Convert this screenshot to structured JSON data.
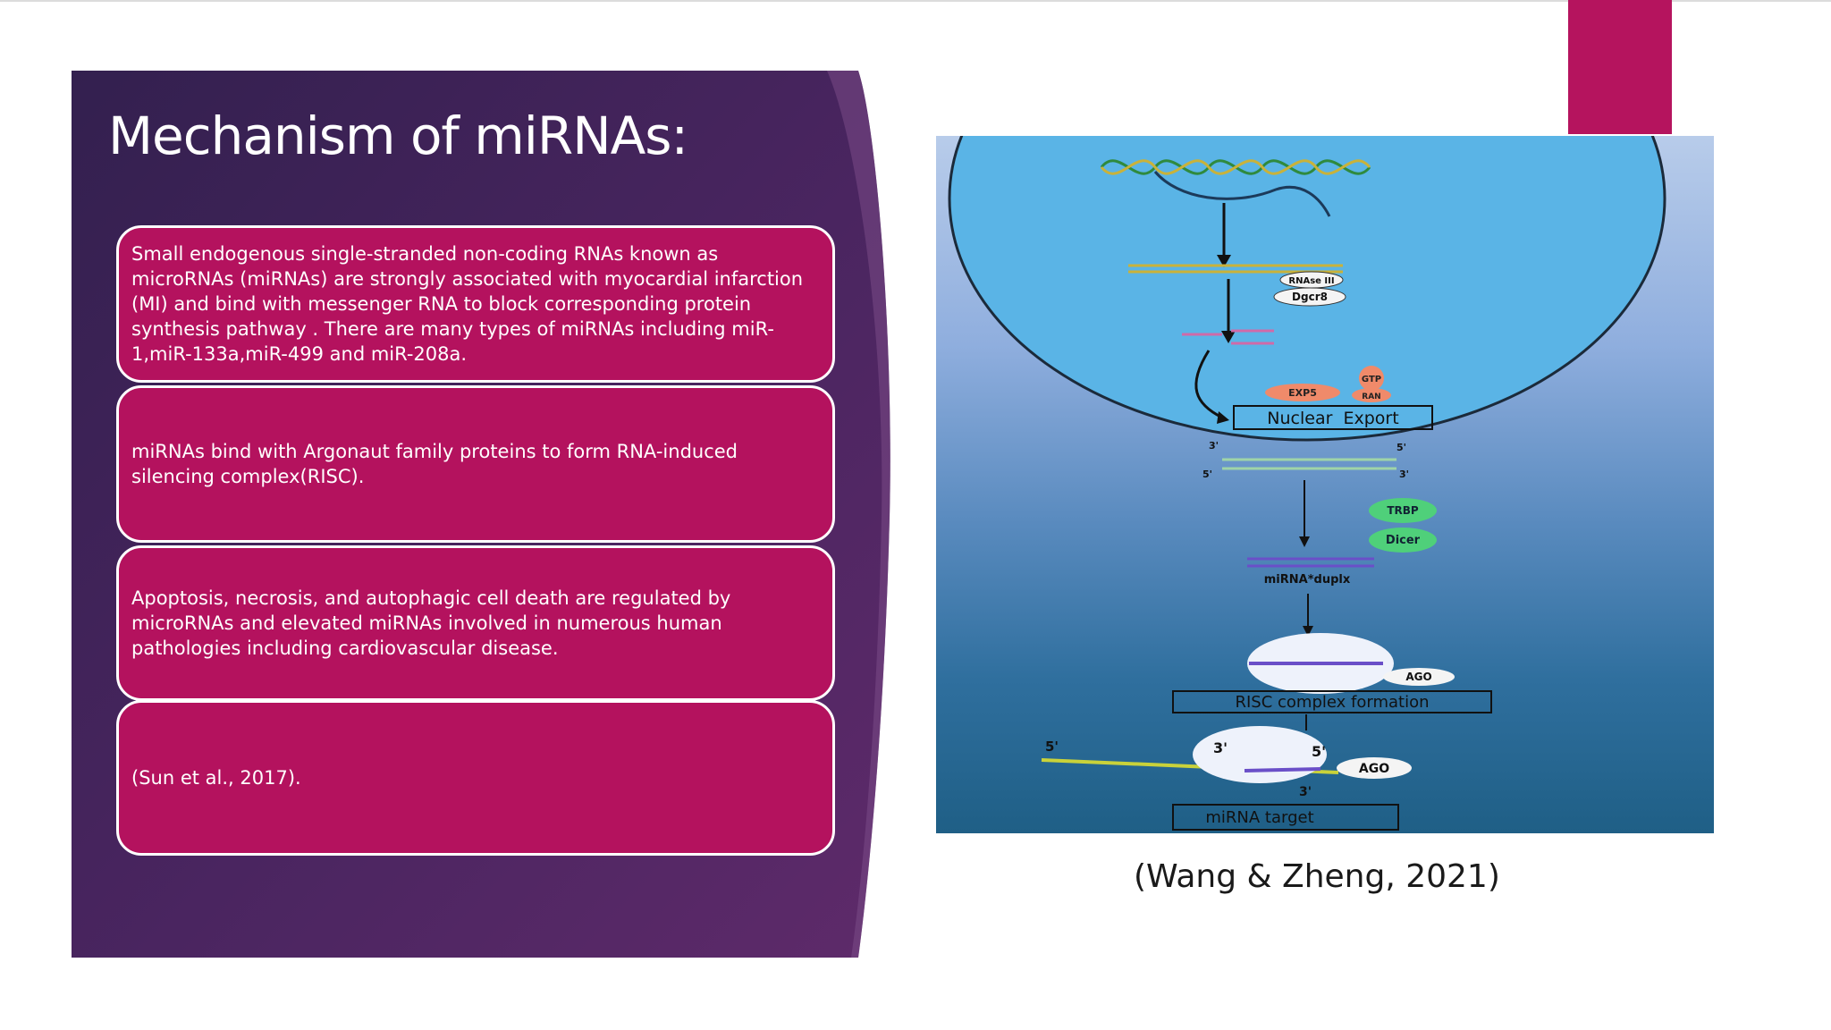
{
  "slide": {
    "title": "Mechanism of miRNAs:",
    "cards": [
      {
        "text": "Small endogenous single-stranded non-coding RNAs known as microRNAs (miRNAs) are strongly associated with myocardial infarction (MI) and bind with messenger RNA to block corresponding protein synthesis pathway . There are many types of miRNAs including miR-1,miR-133a,miR-499 and miR-208a."
      },
      {
        "text": "miRNAs bind with Argonaut family proteins to form RNA-induced silencing complex(RISC)."
      },
      {
        "text": "Apoptosis, necrosis, and autophagic cell death are regulated by microRNAs and elevated miRNAs involved in numerous human pathologies including cardiovascular disease."
      },
      {
        "text": "(Sun et al., 2017)."
      }
    ],
    "figure_citation": "(Wang & Zheng, 2021)"
  },
  "figure": {
    "labels": {
      "rnase": "RNAse III",
      "dgcr8": "Dgcr8",
      "exp5": "EXP5",
      "gtp": "GTP",
      "ran": "RAN",
      "nuclear_export": "Nuclear  Export",
      "end_3_top": "3'",
      "end_5_top": "5'",
      "end_5_left": "5'",
      "end_3_right": "3'",
      "trbp": "TRBP",
      "dicer": "Dicer",
      "duplex": "miRNA*duplx",
      "ago_top": "AGO",
      "risc": "RISC complex formation",
      "target_5_left": "5'",
      "target_3": "3'",
      "target_5": "5'",
      "target_3_bottom": "3'",
      "ago_bottom": "AGO",
      "mirna_target": "miRNA target"
    }
  },
  "colors": {
    "accent": "#b5145e",
    "card_fill": "#b4125e",
    "panel_dark": "#3a1f57",
    "nucleus": "#5ab4e6"
  }
}
